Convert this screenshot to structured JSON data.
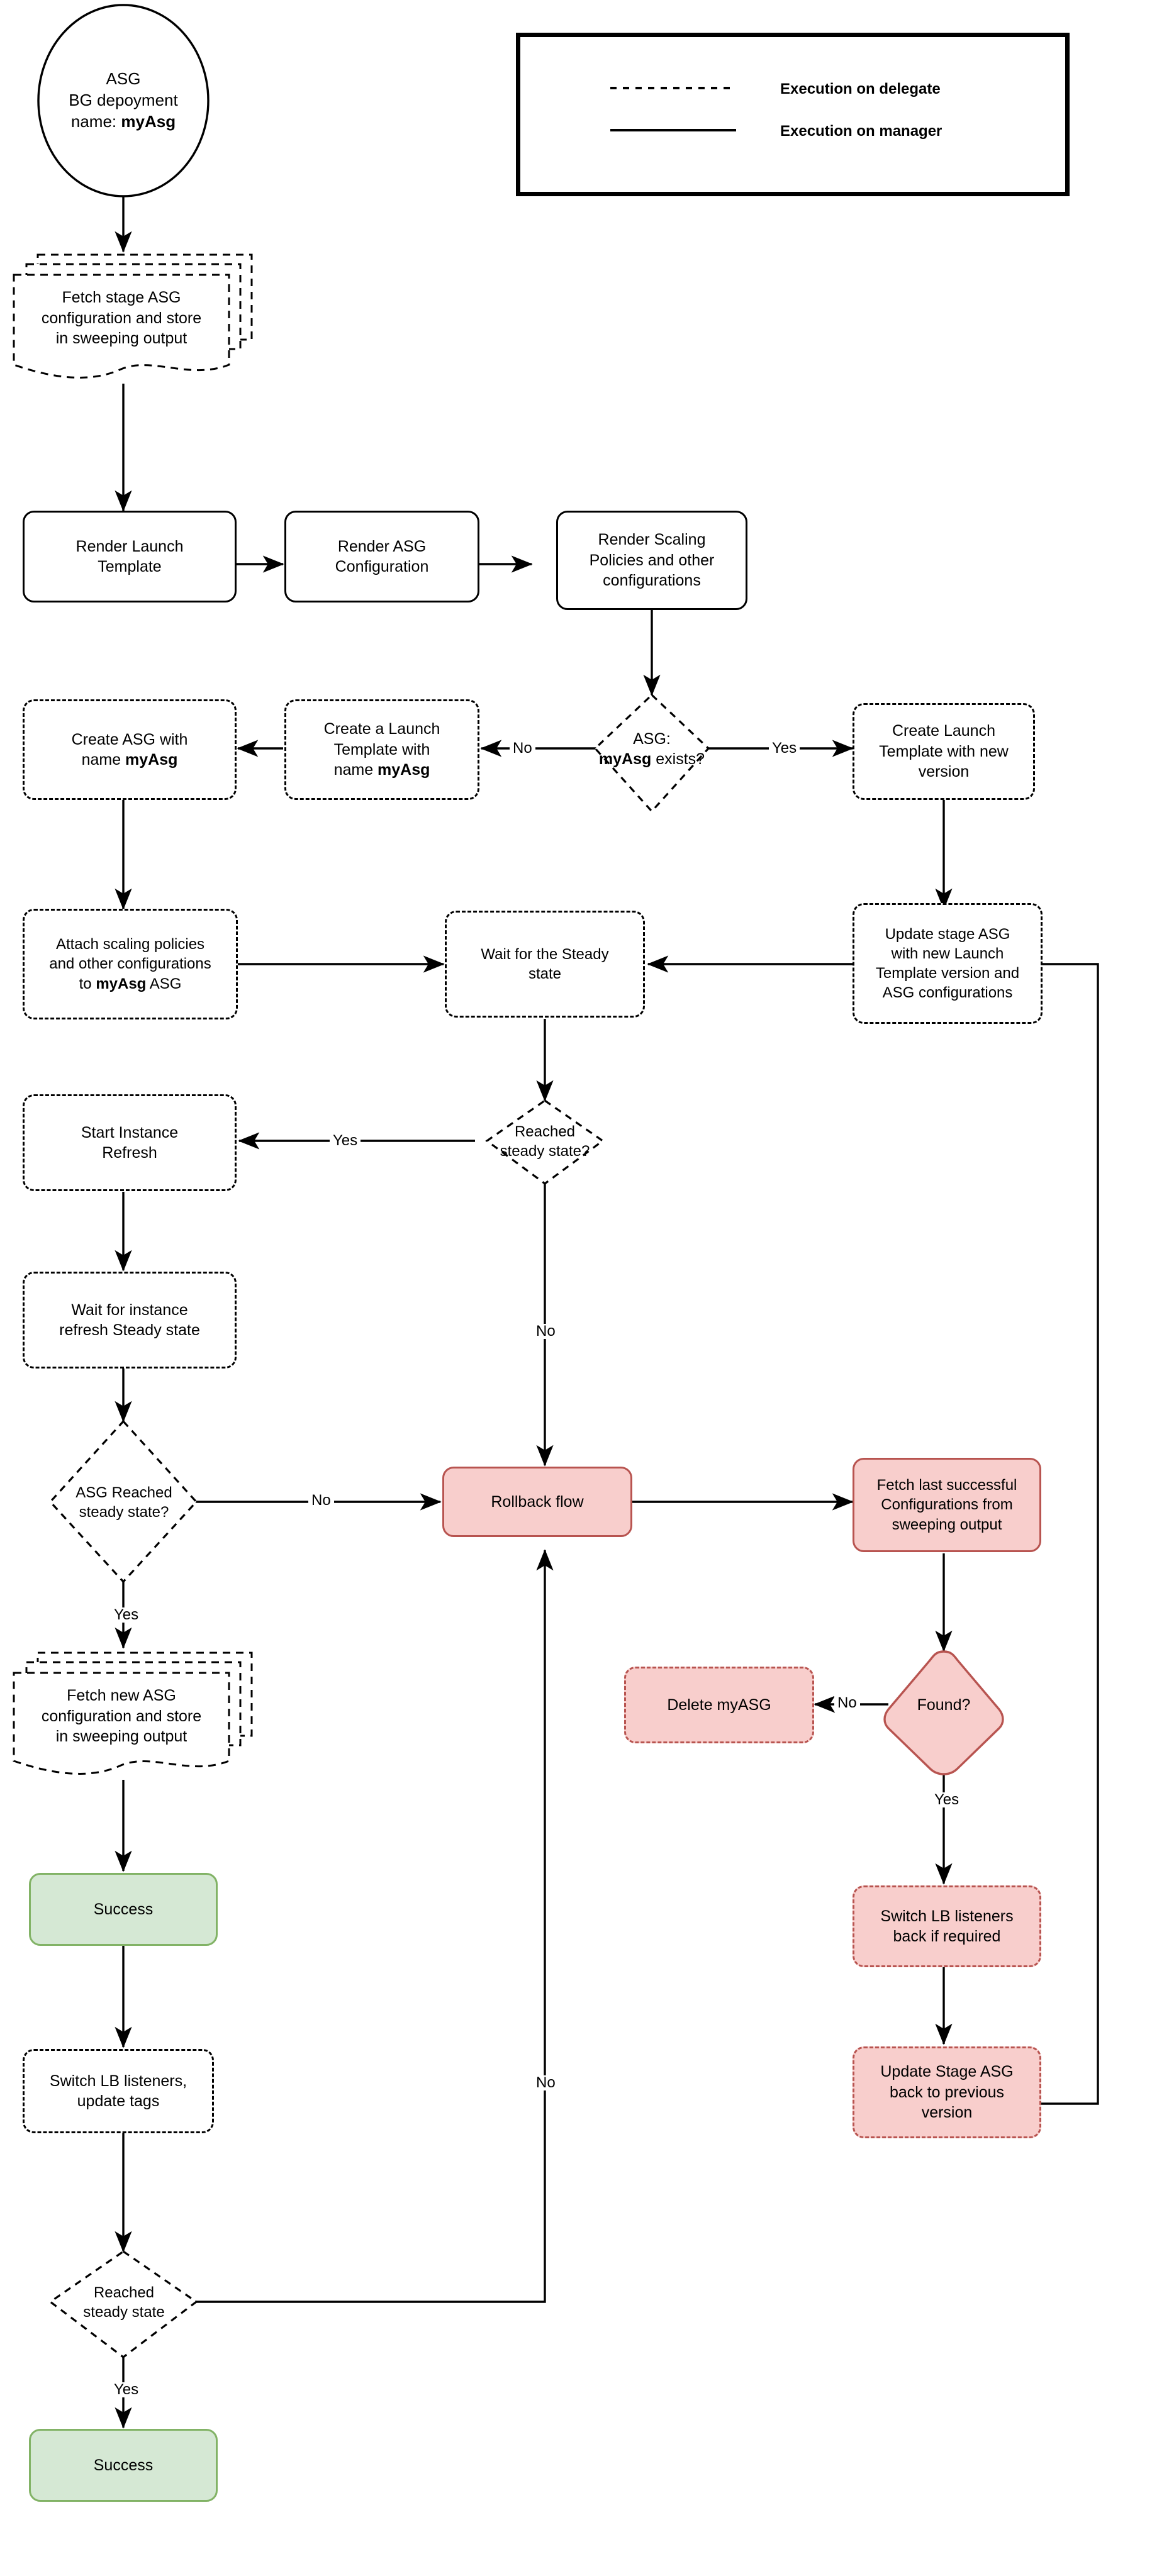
{
  "diagram": {
    "title": "ASG Blue-Green Deployment Flow",
    "colors": {
      "line": "#000000",
      "error_fill": "#f8cecc",
      "error_stroke": "#b85450",
      "success_fill": "#d5e8d4",
      "success_stroke": "#82b366",
      "background": "#ffffff"
    }
  },
  "legend": {
    "rows": [
      {
        "style": "dashed",
        "label": "Execution on delegate"
      },
      {
        "style": "solid",
        "label": "Execution on manager"
      }
    ]
  },
  "nodes": {
    "start": {
      "line1": "ASG",
      "line2": "BG depoyment",
      "line3a": "name: ",
      "line3b": "myAsg"
    },
    "fetch_stage_asg": {
      "line1": "Fetch stage ASG",
      "line2": "configuration and store",
      "line3": "in sweeping output"
    },
    "render_launch_template": {
      "line1": "Render Launch",
      "line2": "Template"
    },
    "render_asg_config": {
      "line1": "Render ASG",
      "line2": "Configuration"
    },
    "render_scaling": {
      "line1": "Render Scaling",
      "line2": "Policies and other",
      "line3": "configurations"
    },
    "asg_exists": {
      "line1": "ASG:",
      "line2a": "myAsg",
      "line2b": " exists?"
    },
    "create_launch_new_ver": {
      "line1": "Create Launch",
      "line2": "Template with new",
      "line3": "version"
    },
    "create_launch_myasg": {
      "line1": "Create a Launch",
      "line2": "Template with",
      "line3a": "name ",
      "line3b": "myAsg"
    },
    "create_asg_myasg": {
      "line1a": "Create ASG with",
      "line2a": "name ",
      "line2b": "myAsg"
    },
    "attach_scaling": {
      "line1": "Attach scaling policies",
      "line2": "and other configurations",
      "line3a": "to ",
      "line3b": "myAsg",
      "line3c": " ASG"
    },
    "wait_steady": {
      "line1": "Wait for the Steady",
      "line2": "state"
    },
    "update_stage_asg": {
      "line1": "Update stage ASG",
      "line2": "with new Launch",
      "line3": "Template version and",
      "line4": "ASG configurations"
    },
    "reached_steady_q": {
      "line1": "Reached",
      "line2": "steady state?"
    },
    "start_instance_refresh": {
      "line1": "Start Instance",
      "line2": "Refresh"
    },
    "wait_instance_refresh": {
      "line1": "Wait for instance",
      "line2": "refresh Steady state"
    },
    "asg_reached_steady_q": {
      "line1": "ASG Reached",
      "line2": "steady state?"
    },
    "rollback_flow": {
      "line1": "Rollback flow"
    },
    "fetch_last_successful": {
      "line1": "Fetch last successful",
      "line2": "Configurations from",
      "line3": "sweeping output"
    },
    "found_q": {
      "line1": "Found?"
    },
    "delete_myasg": {
      "line1": "Delete myASG"
    },
    "switch_lb_back": {
      "line1": "Switch LB listeners",
      "line2": "back if required"
    },
    "update_stage_back": {
      "line1": "Update Stage ASG",
      "line2": "back to previous",
      "line3": "version"
    },
    "fetch_new_asg": {
      "line1": "Fetch new ASG",
      "line2": "configuration and store",
      "line3": "in sweeping output"
    },
    "success_mid": {
      "line1": "Success"
    },
    "switch_lb_tags": {
      "line1": "Switch LB listeners,",
      "line2": "update tags"
    },
    "reached_steady_bottom": {
      "line1": "Reached",
      "line2": "steady state"
    },
    "success_bottom": {
      "line1": "Success"
    }
  },
  "edge_labels": {
    "asg_exists_no": "No",
    "asg_exists_yes": "Yes",
    "reached_steady_yes": "Yes",
    "reached_steady_no": "No",
    "asg_reached_no": "No",
    "asg_reached_yes": "Yes",
    "found_no": "No",
    "found_yes": "Yes",
    "bottom_no": "No",
    "bottom_yes": "Yes"
  }
}
